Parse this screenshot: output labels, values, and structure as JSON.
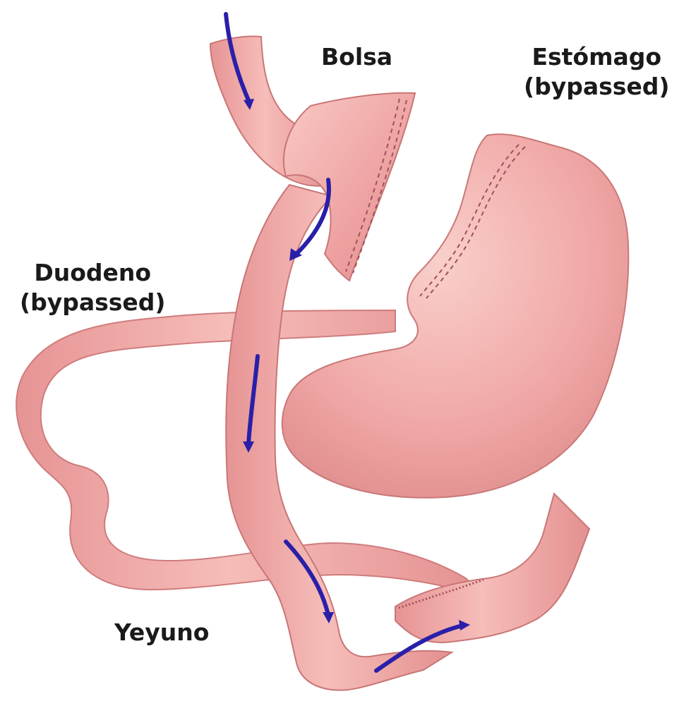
{
  "labels": {
    "pouch": {
      "line1": "Bolsa"
    },
    "stomach": {
      "line1": "Estómago",
      "line2": "(bypassed)"
    },
    "duodenum": {
      "line1": "Duodeno",
      "line2": "(bypassed)"
    },
    "jejunum": {
      "line1": "Yeyuno"
    }
  },
  "colors": {
    "tissue": "#efa3a3",
    "tissue_light": "#f7c3c0",
    "tissue_dark": "#d98585",
    "outline": "#c46f6f",
    "arrow": "#2a1fa8",
    "staples": "#a0505a"
  }
}
